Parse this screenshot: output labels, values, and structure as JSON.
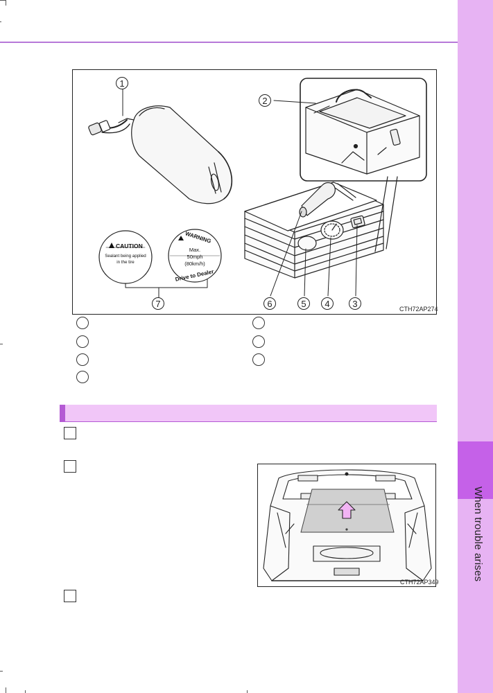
{
  "side_tab": {
    "label": "When trouble arises"
  },
  "figure_1": {
    "code": "CTH72AP274",
    "callouts": [
      "1",
      "2",
      "3",
      "4",
      "5",
      "6",
      "7"
    ],
    "caution_sticker": {
      "heading": "CAUTION",
      "body": "Sealant being applied in the tire"
    },
    "warning_sticker": {
      "heading": "WARNING",
      "line1": "Max.",
      "line2": "50mph",
      "line3": "(80km/h)",
      "footer": "Drive to Dealer"
    }
  },
  "figure_2": {
    "code": "CTH72AP349"
  },
  "colors": {
    "accent": "#c561e8",
    "tab": "#e7b3f3",
    "section_bar": "#f1c6f8",
    "rule": "#b678d8",
    "arrow": "#f2b4f4"
  }
}
